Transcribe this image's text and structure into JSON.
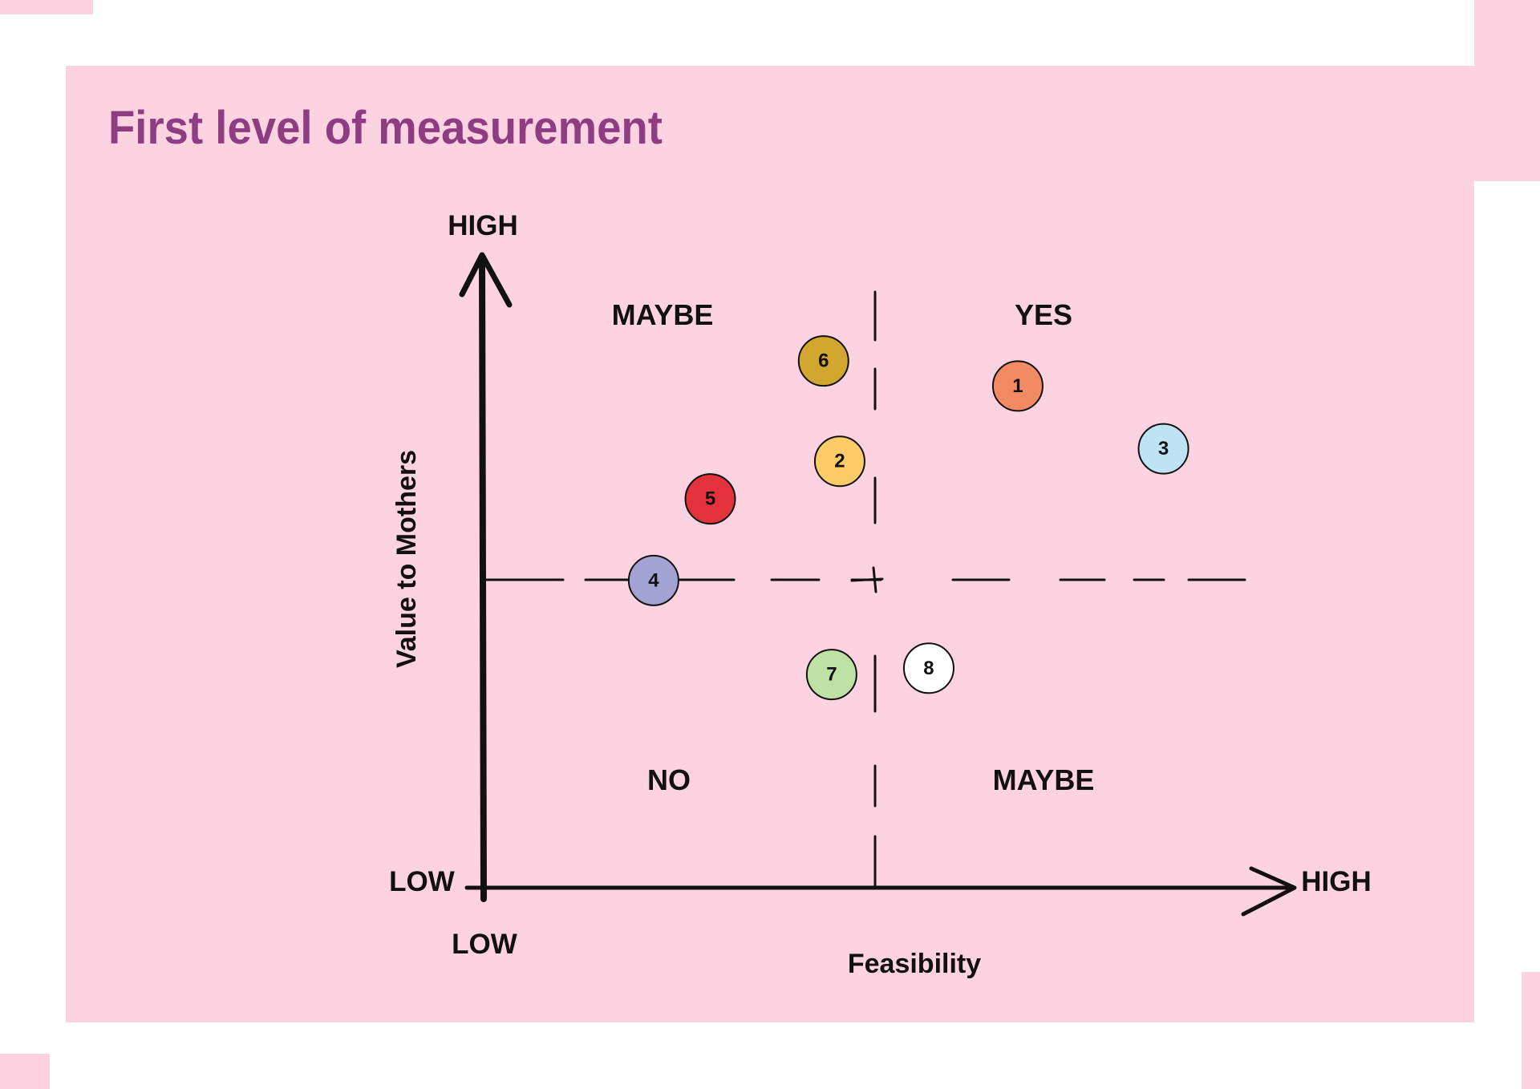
{
  "title": "First level of measurement",
  "axes": {
    "y_title": "Value to Mothers",
    "y_high": "HIGH",
    "y_low": "LOW",
    "x_title": "Feasibility",
    "x_high": "HIGH",
    "x_low": "LOW"
  },
  "quadrants": {
    "top_left": "MAYBE",
    "top_right": "YES",
    "bottom_left": "NO",
    "bottom_right": "MAYBE"
  },
  "items": [
    {
      "label": "1",
      "color": "#f28a63",
      "feasibility": 0.66,
      "value": 0.8
    },
    {
      "label": "2",
      "color": "#fdcb68",
      "feasibility": 0.44,
      "value": 0.68
    },
    {
      "label": "3",
      "color": "#bde3f5",
      "feasibility": 0.84,
      "value": 0.7
    },
    {
      "label": "4",
      "color": "#a2a2d3",
      "feasibility": 0.21,
      "value": 0.49
    },
    {
      "label": "5",
      "color": "#e3323a",
      "feasibility": 0.28,
      "value": 0.62
    },
    {
      "label": "6",
      "color": "#d2a72f",
      "feasibility": 0.42,
      "value": 0.84
    },
    {
      "label": "7",
      "color": "#bde2a3",
      "feasibility": 0.43,
      "value": 0.34
    },
    {
      "label": "8",
      "color": "#ffffff",
      "feasibility": 0.55,
      "value": 0.35
    }
  ]
}
